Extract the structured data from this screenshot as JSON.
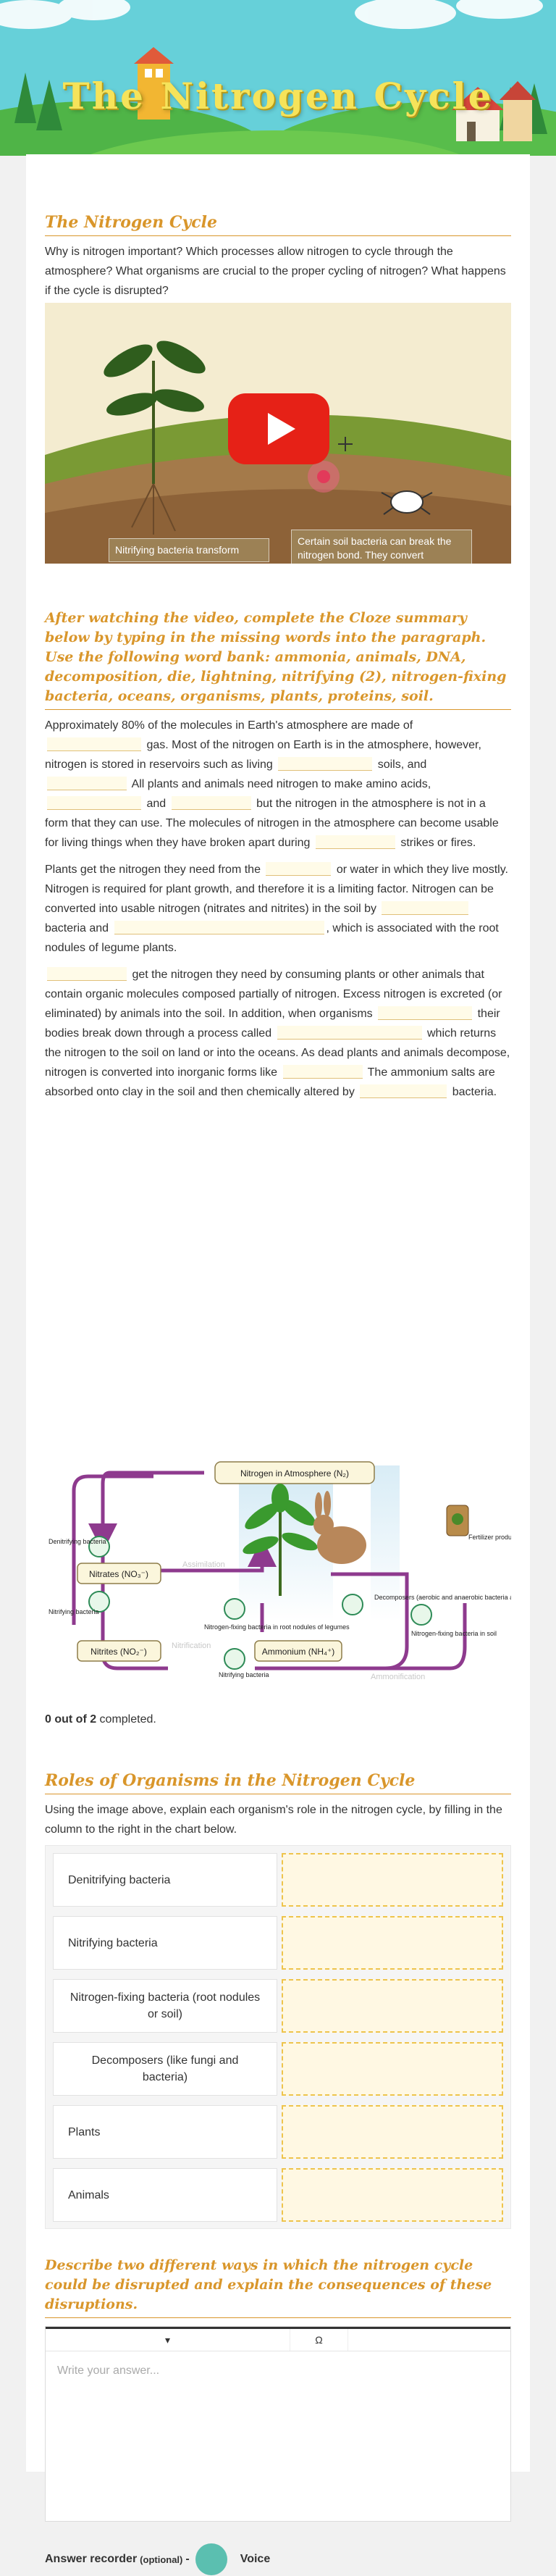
{
  "banner": {
    "title": "The Nitrogen Cycle"
  },
  "intro": {
    "title": "The Nitrogen Cycle",
    "text": "Why is nitrogen important? Which processes allow nitrogen to cycle through the atmosphere? What organisms are crucial to the proper cycling of nitrogen? What happens if the cycle is disrupted?"
  },
  "video": {
    "caption_left": "Nitrifying bacteria transform",
    "caption_right": "Certain soil bacteria can break the nitrogen bond. They convert"
  },
  "cloze": {
    "title": "After watching the video, complete the Cloze summary below by typing in the missing words into the paragraph. Use the following word bank: ammonia, animals, DNA, decomposition, die, lightning, nitrifying (2), nitrogen-fixing bacteria, oceans, organisms, plants, proteins, soil.",
    "p1": {
      "a": "Approximately 80% of the molecules in Earth's atmosphere are made of",
      "b": "gas. Most of the nitrogen on Earth is in the atmosphere, however, nitrogen is stored in reservoirs such as living",
      "c": "soils, and",
      "d": "All plants and animals need nitrogen to make amino acids,",
      "e": "and",
      "f": "but the nitrogen in the atmosphere is not in a form that they can use. The molecules of nitrogen in the atmosphere can become usable for living things when they have broken apart during",
      "g": "strikes or fires."
    },
    "p2": {
      "a": "Plants get the nitrogen they need from the",
      "b": "or water in which they live mostly. Nitrogen is required for plant growth, and therefore it is a limiting factor. Nitrogen can be converted into usable nitrogen (nitrates and nitrites) in the soil by",
      "c": "bacteria and",
      "d": ", which is associated with the root nodules of legume plants."
    },
    "p3": {
      "a": "get the nitrogen they need by consuming plants or other animals that contain organic molecules composed partially of nitrogen. Excess nitrogen is excreted (or eliminated) by animals into the soil. In addition, when organisms",
      "b": "their bodies break down through a process called",
      "c": "which returns the nitrogen to the soil on land or into the oceans. As dead plants and animals decompose, nitrogen is converted into inorganic forms like",
      "d": "The ammonium salts are absorbed onto clay in the soil and then chemically altered by",
      "e": "bacteria."
    }
  },
  "diagram": {
    "atmosphere": "Nitrogen in Atmosphere (N₂)",
    "denitrifying": "Denitrifying bacteria",
    "nitrifying": "Nitrifying bacteria",
    "nitrates": "Nitrates (NO₃⁻)",
    "nitrites": "Nitrites (NO₂⁻)",
    "ammonium": "Ammonium (NH₄⁺)",
    "assimilation": "Assimilation",
    "nitrification": "Nitrification",
    "ammonification": "Ammonification",
    "fixing_legumes": "Nitrogen-fixing bacteria in root nodules of legumes",
    "decomposers": "Decomposers (aerobic and anaerobic bacteria and fungi)",
    "fixing_soil": "Nitrogen-fixing bacteria in soil",
    "nitrifying_bottom": "Nitrifying bacteria",
    "fertilizer": "Fertilizer production"
  },
  "progress": {
    "done": "0 out of 2",
    "suffix": " completed."
  },
  "roles": {
    "title": "Roles of Organisms in the Nitrogen Cycle",
    "text": "Using the image above, explain each organism's role in the nitrogen cycle, by filling in the column to the right in the chart below.",
    "rows": [
      "Denitrifying bacteria",
      "Nitrifying bacteria",
      "Nitrogen-fixing bacteria (root nodules or soil)",
      "Decomposers (like fungi and bacteria)",
      "Plants",
      "Animals"
    ]
  },
  "essay": {
    "title": "Describe two different ways in which the nitrogen cycle could be disrupted and explain the consequences of these disruptions.",
    "format_label": "▾",
    "symbol_label": "Ω",
    "placeholder": "Write your answer..."
  },
  "recorder": {
    "label": "Answer recorder",
    "optional": "(optional)",
    "dash": "-",
    "voice": "Voice"
  }
}
